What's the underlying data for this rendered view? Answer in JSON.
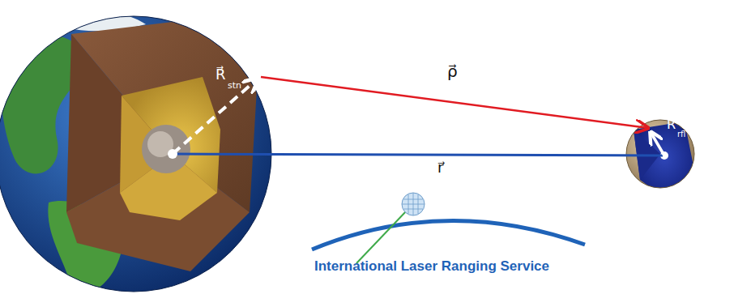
{
  "diagram": {
    "labels": [
      "R⃗",
      "stn",
      "ρ⃗",
      "r⃗",
      "R⃗",
      "rfl",
      "International Laser Ranging Service"
    ]
  }
}
